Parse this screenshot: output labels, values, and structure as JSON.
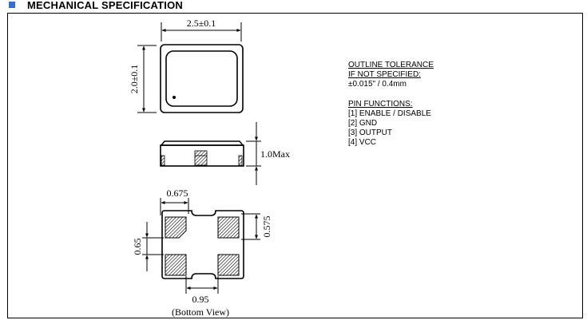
{
  "header": {
    "title": "MECHANICAL SPECIFICATION",
    "bullet_color": "#2f6fd6"
  },
  "dimensions": {
    "top_width": "2.5±0.1",
    "top_height": "2.0±0.1",
    "side_height": "1.0Max",
    "pad_pitch_horizontal_ref": "0.675",
    "pad_size_vertical": "0.575",
    "pad_pitch_vertical": "0.65",
    "pad_gap_bottom": "0.95",
    "bottom_view_label": "(Bottom View)"
  },
  "notes": {
    "tolerance_title_1": "OUTLINE TOLERANCE",
    "tolerance_title_2": "IF NOT SPECIFIED:",
    "tolerance_value": "±0.015\" / 0.4mm",
    "pin_title": "PIN FUNCTIONS:",
    "pins": [
      "[1] ENABLE / DISABLE",
      "[2] GND",
      "[3] OUTPUT",
      "[4] VCC"
    ]
  }
}
